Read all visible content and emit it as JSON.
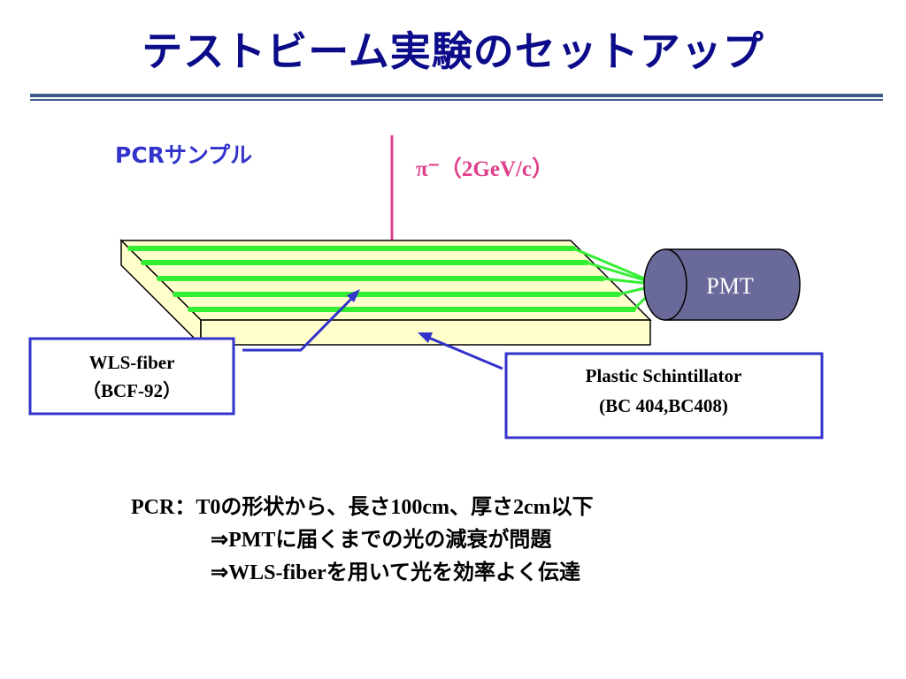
{
  "title": "テストビーム実験のセットアップ",
  "diagram": {
    "sample_label": "PCRサンプル",
    "beam_label": "π⁻（2GeV/c）",
    "pmt_label": "PMT",
    "wls_label_line1": "WLS-fiber",
    "wls_label_line2": "（BCF-92）",
    "scint_label_line1": "Plastic Schintillator",
    "scint_label_line2": "(BC 404,BC408)",
    "colors": {
      "title": "#0c0c8a",
      "accent_blue": "#3333cc",
      "beam_arrow": "#e0408a",
      "fiber_green": "#33ee33",
      "scintillator_face": "#ffffcc",
      "pmt_fill": "#6a6a9a"
    }
  },
  "notes": {
    "line1": "PCR：T0の形状から、長さ100cm、厚さ2cm以下",
    "line2": "⇒PMTに届くまでの光の減衰が問題",
    "line3": "⇒WLS-fiberを用いて光を効率よく伝達"
  }
}
